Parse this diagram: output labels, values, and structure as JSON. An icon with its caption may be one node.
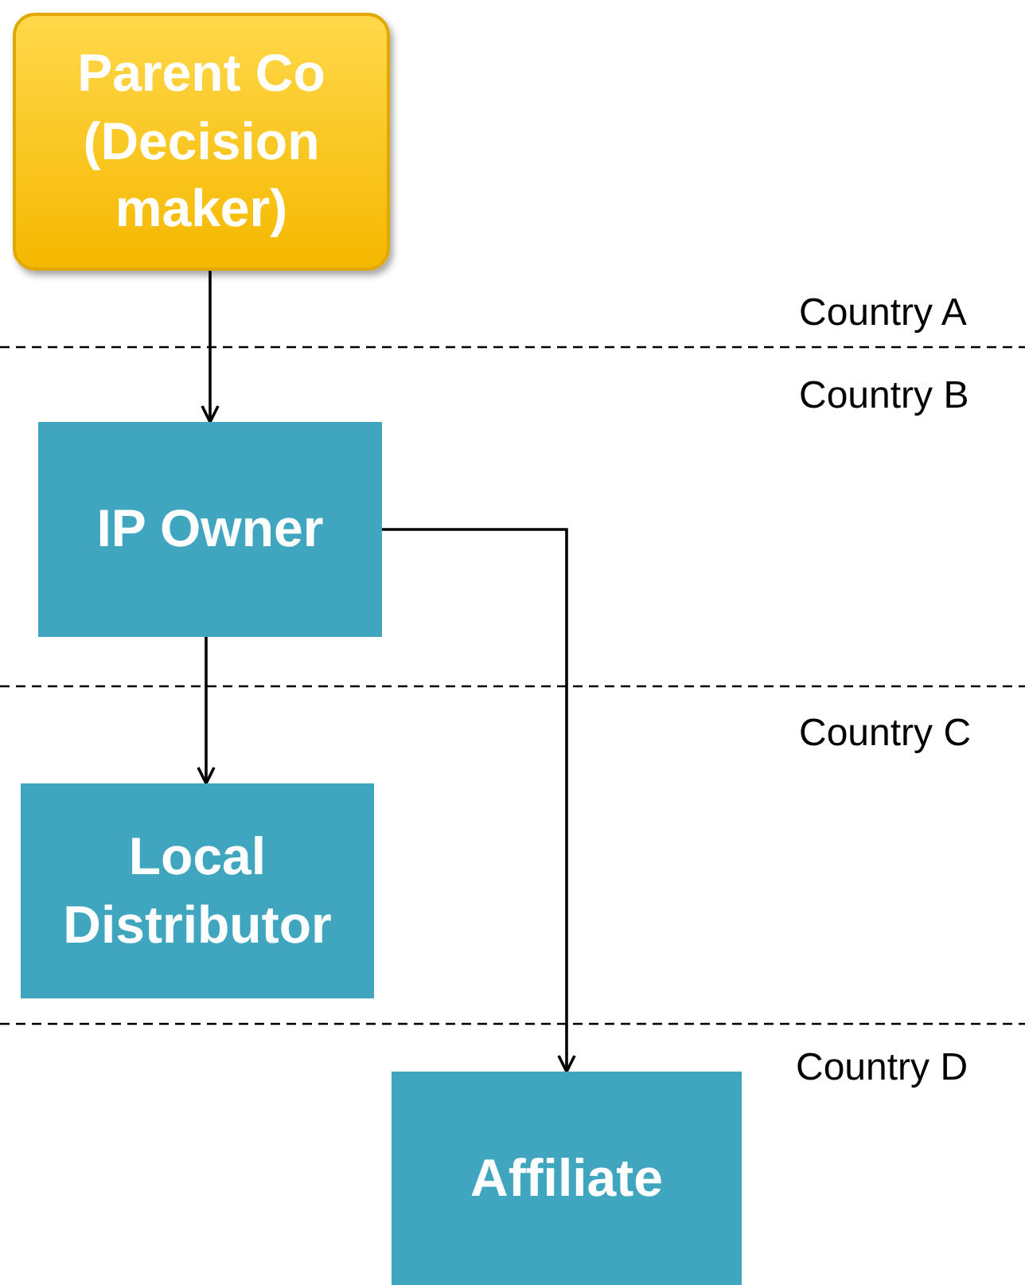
{
  "diagram": {
    "nodes": [
      {
        "text": [
          "Parent Co (Decision maker)"
        ]
      },
      {
        "text": [
          "IP Owner"
        ]
      },
      {
        "text": [
          "Local Distributor"
        ]
      },
      {
        "text": [
          "Affiliate"
        ]
      }
    ],
    "edges": [
      {
        "from": 0,
        "to": 1,
        "arrow": "to"
      },
      {
        "from": 1,
        "to": 2,
        "arrow": "to"
      },
      {
        "from": 1,
        "to": 3,
        "arrow": "to"
      }
    ],
    "labels": [
      "Country A",
      "Country B",
      "Country C",
      "Country D"
    ]
  }
}
